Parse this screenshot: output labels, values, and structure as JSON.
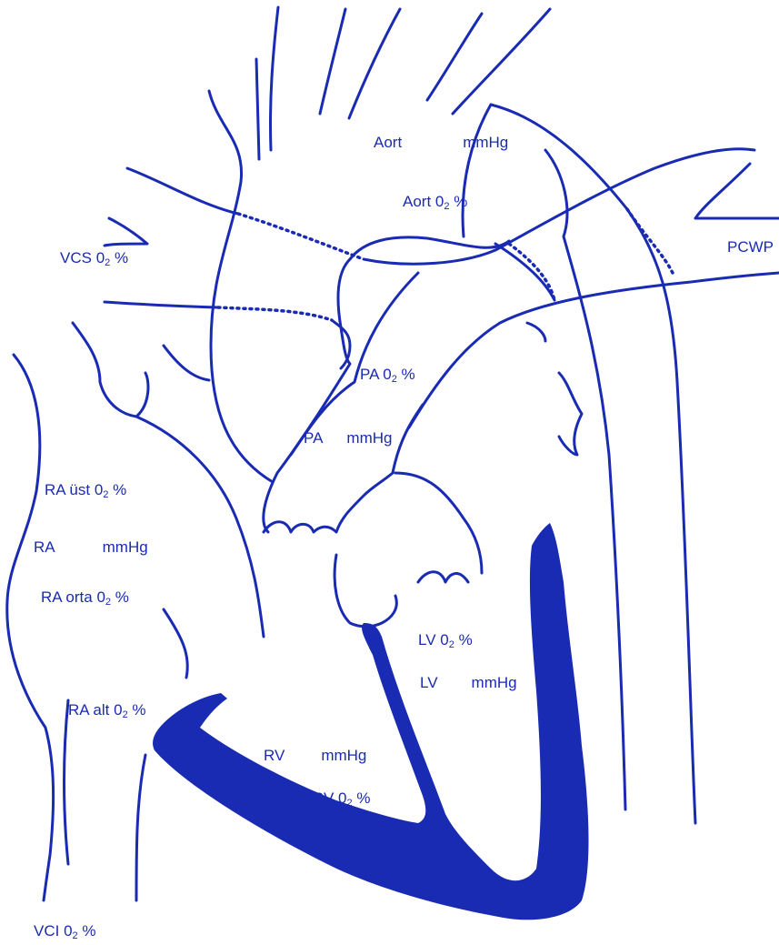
{
  "colors": {
    "ink": "#1a2bb3",
    "background": "#ffffff"
  },
  "labels": {
    "aort_pressure": {
      "name": "Aort",
      "unit": "mmHg"
    },
    "aort_sat": {
      "name": "Aort",
      "sub_prefix": "0",
      "sub": "2",
      "unit": "%"
    },
    "pcwp": {
      "name": "PCWP"
    },
    "vcs_sat": {
      "name": "VCS",
      "sub_prefix": "0",
      "sub": "2",
      "unit": "%"
    },
    "pa_sat": {
      "name": "PA",
      "sub_prefix": "0",
      "sub": "2",
      "unit": "%"
    },
    "pa_pressure": {
      "name": "PA",
      "unit": "mmHg"
    },
    "ra_ust_sat": {
      "name": "RA üst",
      "sub_prefix": "0",
      "sub": "2",
      "unit": "%"
    },
    "ra_pressure": {
      "name": "RA",
      "unit": "mmHg"
    },
    "ra_orta_sat": {
      "name": "RA orta",
      "sub_prefix": "0",
      "sub": "2",
      "unit": "%"
    },
    "ra_alt_sat": {
      "name": "RA alt",
      "sub_prefix": "0",
      "sub": "2",
      "unit": "%"
    },
    "lv_sat": {
      "name": "LV",
      "sub_prefix": "0",
      "sub": "2",
      "unit": "%"
    },
    "lv_pressure": {
      "name": "LV",
      "unit": "mmHg"
    },
    "rv_pressure": {
      "name": "RV",
      "unit": "mmHg"
    },
    "rv_sat": {
      "name": "RV",
      "sub_prefix": "0",
      "sub": "2",
      "unit": "%"
    },
    "vci_sat": {
      "name": "VCI",
      "sub_prefix": "0",
      "sub": "2",
      "unit": "%"
    }
  }
}
